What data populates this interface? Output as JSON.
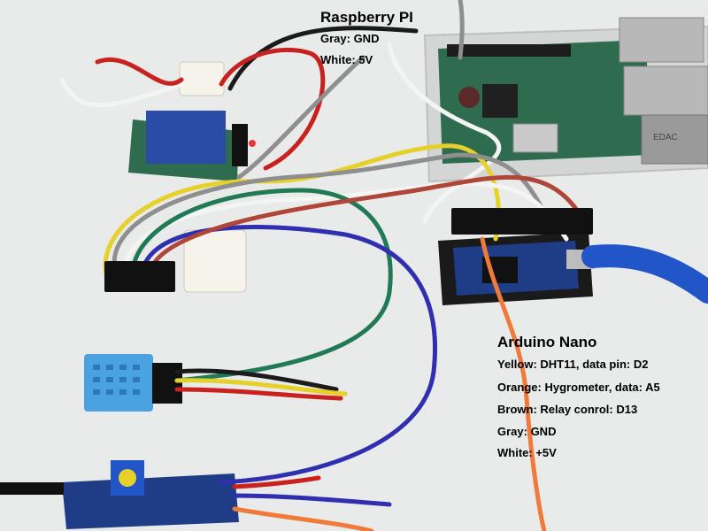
{
  "photo": {
    "background_color": "#e9eaea",
    "components": [
      {
        "name": "Raspberry Pi board in transparent case",
        "icon": "raspberry-pi-board"
      },
      {
        "name": "Arduino Nano on breakout",
        "icon": "arduino-nano-board"
      },
      {
        "name": "Relay module",
        "icon": "relay-module"
      },
      {
        "name": "DHT11 temperature/humidity sensor",
        "icon": "dht11-sensor"
      },
      {
        "name": "Hygrometer module",
        "icon": "hygrometer-module"
      },
      {
        "name": "USB cable",
        "icon": "usb-cable"
      },
      {
        "name": "Terminal blocks",
        "icon": "terminal-block"
      }
    ],
    "wire_colors": {
      "red": "#c8211e",
      "black": "#1b1b1b",
      "gray": "#8f8f8f",
      "white": "#f4f4f4",
      "yellow": "#e6d12a",
      "orange": "#f07a3a",
      "brown": "#b0453a",
      "green": "#1f7a55",
      "blue": "#2f2fb0",
      "board_green": "#2f6b4e",
      "relay_blue": "#2a4ca6",
      "sensor_blue": "#4aa3e0"
    }
  },
  "annotations": {
    "raspberry_pi": {
      "title": "Raspberry PI",
      "lines": [
        "Gray: GND",
        "White: 5V"
      ]
    },
    "arduino_nano": {
      "title": "Arduino Nano",
      "lines": [
        "Yellow: DHT11, data pin: D2",
        "Orange: Hygrometer, data: A5",
        "Brown: Relay conrol: D13",
        "Gray: GND",
        "White: +5V"
      ]
    }
  }
}
